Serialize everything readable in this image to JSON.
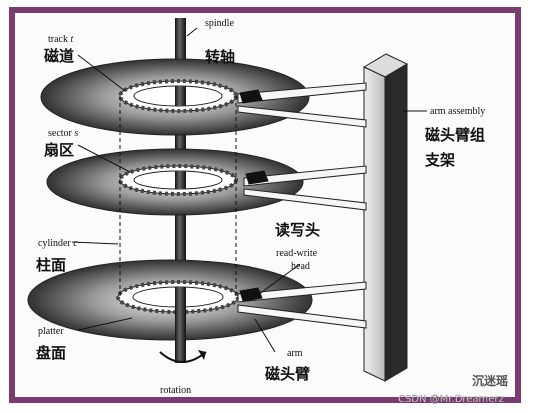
{
  "labels": {
    "track_en": "track",
    "track_var": "t",
    "track_zh": "磁道",
    "spindle_en": "spindle",
    "spindle_zh": "转轴",
    "arm_assembly_en": "arm assembly",
    "arm_assembly_zh_line1": "磁头臂组",
    "arm_assembly_zh_line2": "支架",
    "sector_en": "sector",
    "sector_var": "s",
    "sector_zh": "扇区",
    "cylinder_en": "cylinder",
    "cylinder_var": "c",
    "cylinder_zh": "柱面",
    "rw_head_zh": "读写头",
    "rw_head_en_line1": "read-write",
    "rw_head_en_line2": "head",
    "platter_en": "platter",
    "platter_zh": "盘面",
    "arm_en": "arm",
    "arm_zh": "磁头臂",
    "rotation_en": "rotation"
  },
  "watermark": {
    "text": "CSDN @Mr.Dreamerz",
    "account": "沉迷瑶"
  },
  "colors": {
    "frame": "#7a3b72"
  }
}
